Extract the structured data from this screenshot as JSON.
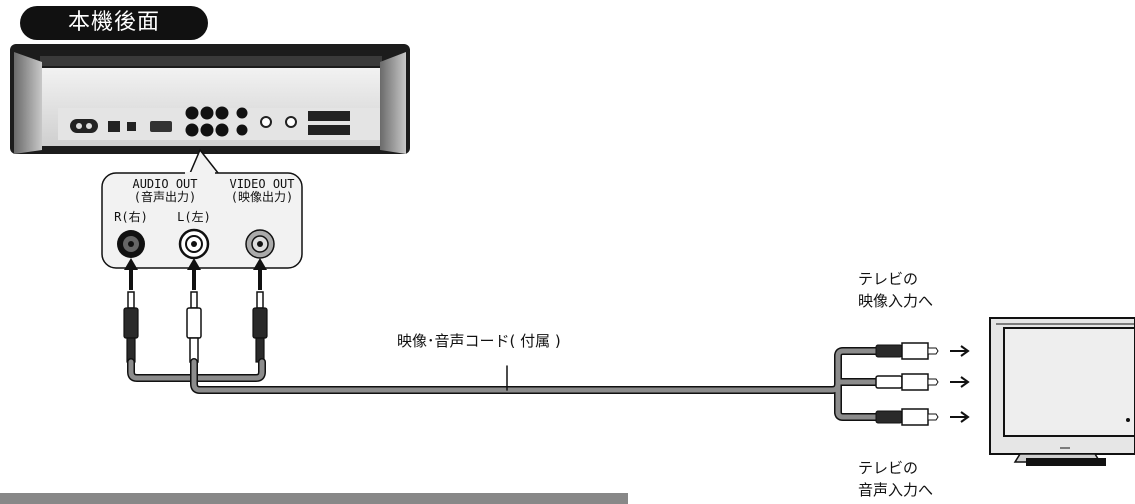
{
  "section_title": "本機後面",
  "jacks": {
    "audio_out": "AUDIO OUT",
    "audio_out_jp": "(音声出力)",
    "video_out": "VIDEO OUT",
    "video_out_jp": "(映像出力)",
    "right": "R(右)",
    "left": "L(左)"
  },
  "cable_label": "映像･音声コード( 付属 )",
  "tv_video_line1": "テレビの",
  "tv_video_line2": "映像入力へ",
  "tv_audio_line1": "テレビの",
  "tv_audio_line2": "音声入力へ",
  "colors": {
    "red_plug": "#2a2a2a",
    "white_plug": "#ffffff",
    "yellow_plug": "#9a9a9a",
    "cable": "#8c8c8c"
  }
}
